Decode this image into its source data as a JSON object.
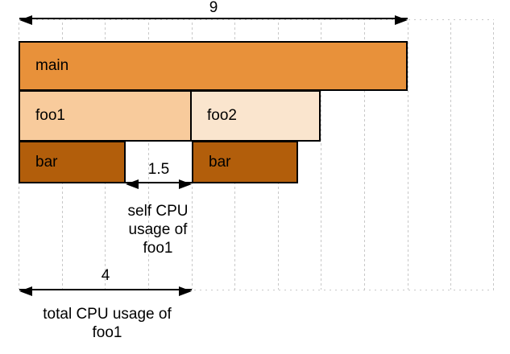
{
  "frames": [
    {
      "label": "main",
      "depth": 0,
      "start": 0,
      "end": 9,
      "color": "#e8913a"
    },
    {
      "label": "foo1",
      "depth": 1,
      "start": 0,
      "end": 4,
      "color": "#f8cb9c"
    },
    {
      "label": "foo2",
      "depth": 1,
      "start": 4,
      "end": 7,
      "color": "#fae5ce"
    },
    {
      "label": "bar",
      "depth": 2,
      "start": 0,
      "end": 2.5,
      "color": "#b25e0b"
    },
    {
      "label": "bar",
      "depth": 2,
      "start": 4,
      "end": 6.5,
      "color": "#b25e0b"
    }
  ],
  "annotations": {
    "total_width": {
      "value": "9"
    },
    "self_cpu": {
      "value": "1.5",
      "lines": [
        "self CPU",
        "usage of",
        "foo1"
      ]
    },
    "total_cpu": {
      "value": "4",
      "lines": [
        "total CPU usage of",
        "foo1"
      ]
    }
  },
  "colors": {
    "grid": "#c8c8c8",
    "frame_border": "#000000",
    "text": "#000000"
  }
}
